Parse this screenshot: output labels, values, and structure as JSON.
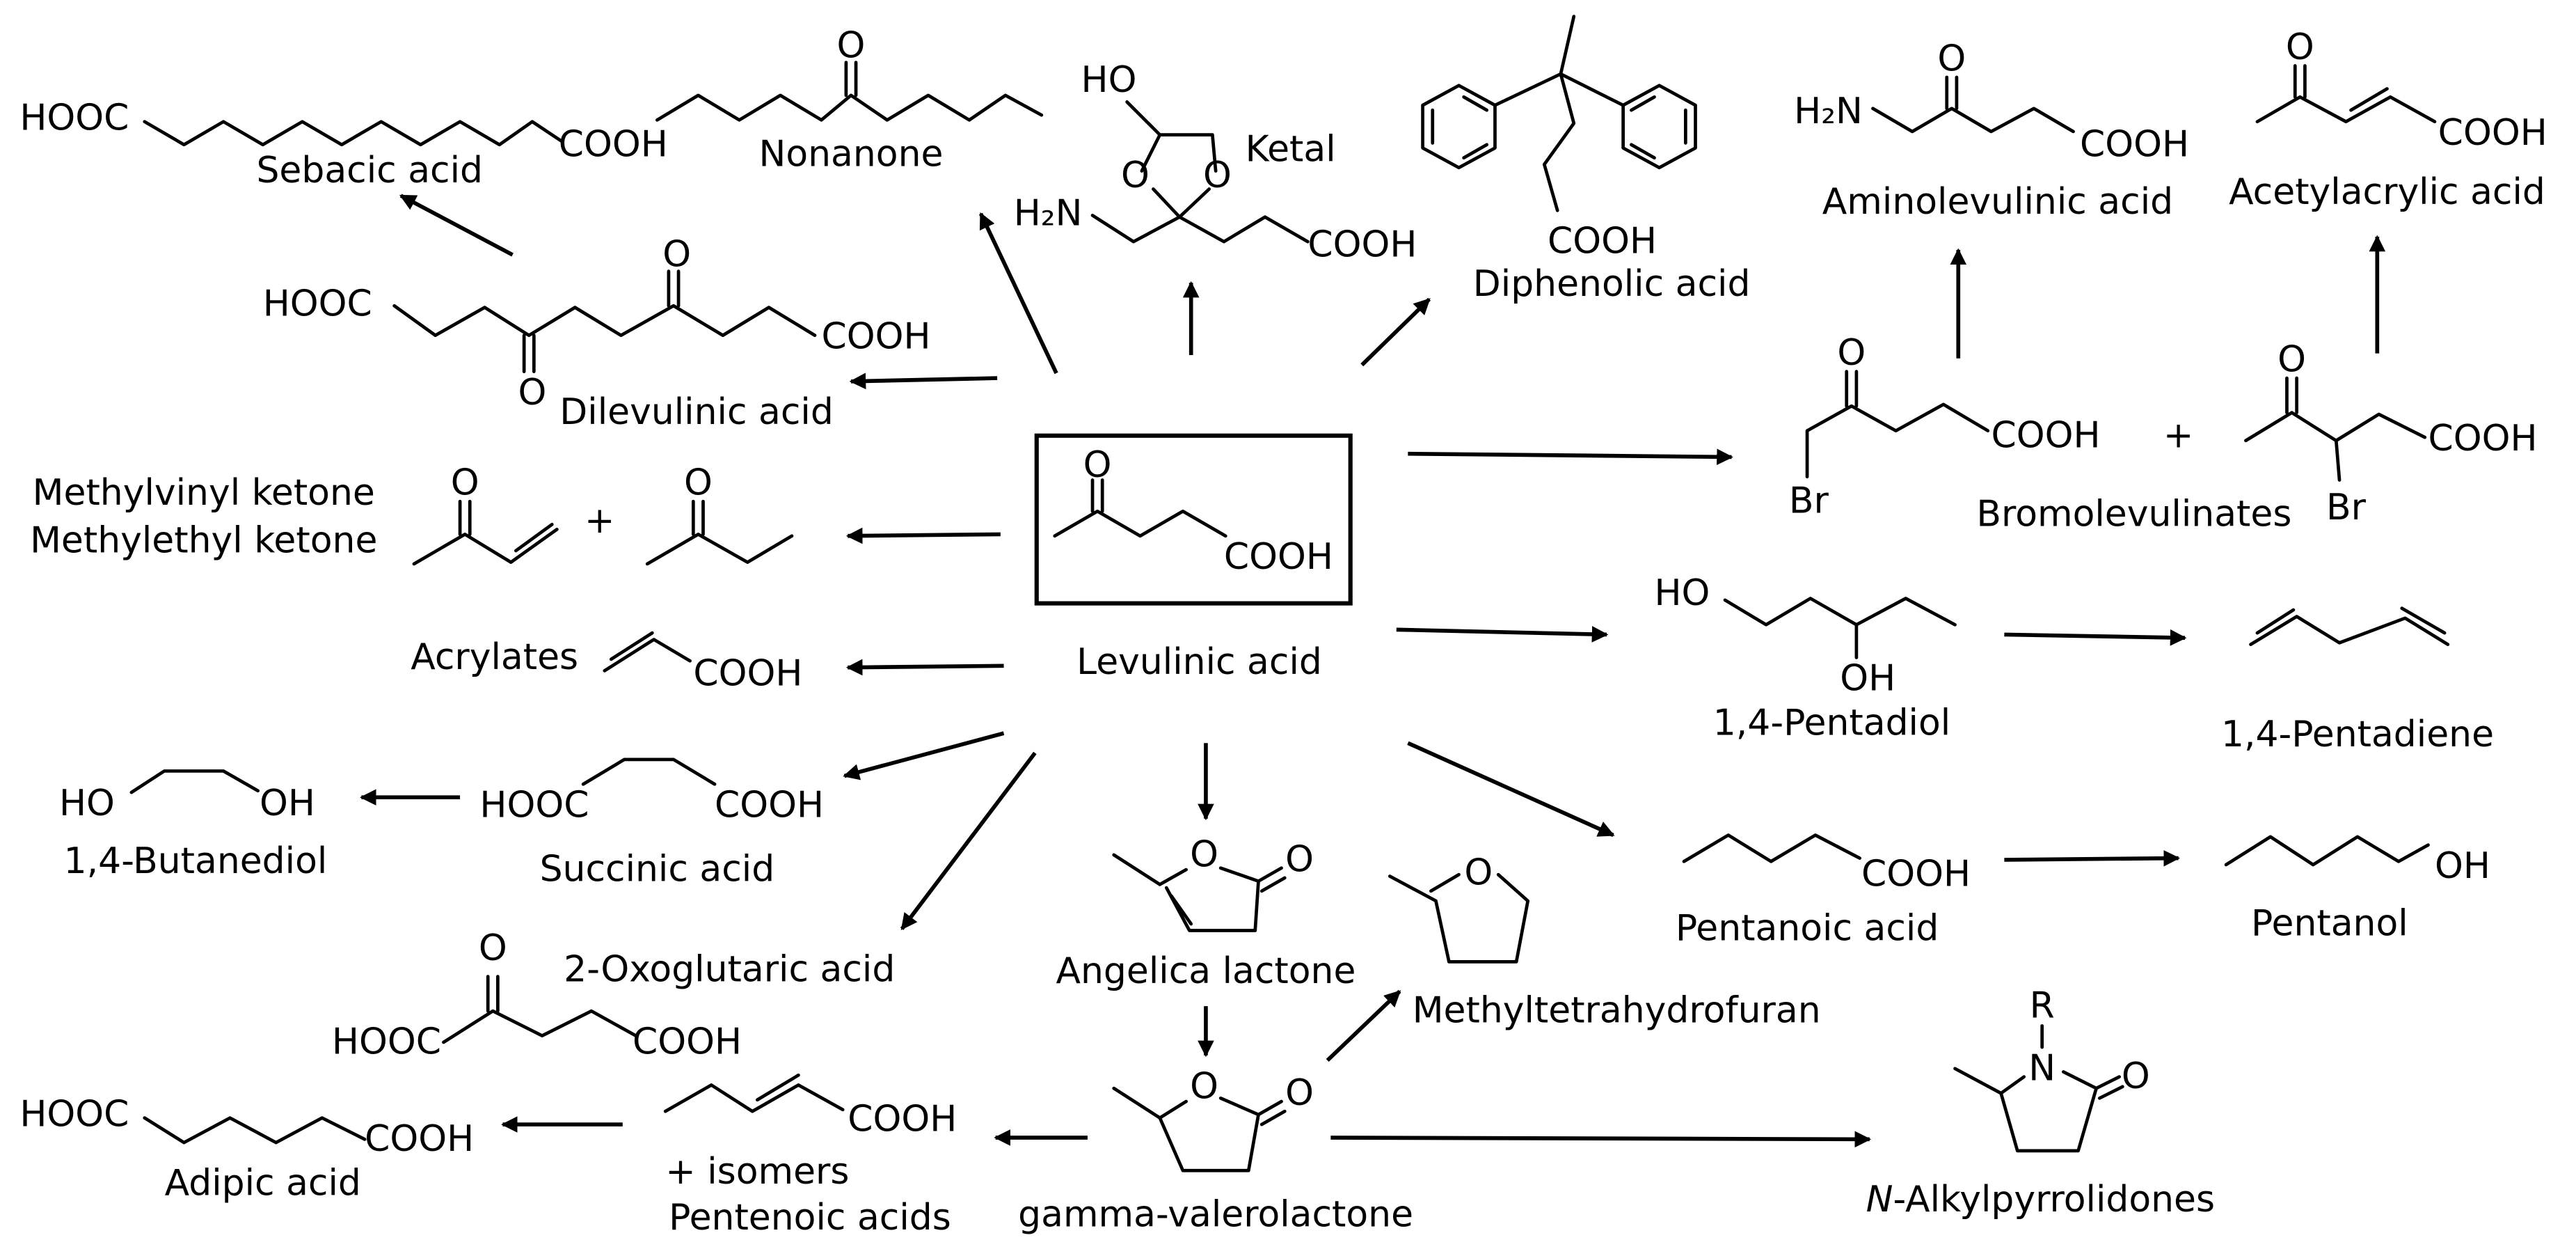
{
  "center": {
    "name": "Levulinic acid"
  },
  "atoms": {
    "o": "O",
    "cooh": "COOH",
    "hooc": "HOOC",
    "ho": "HO",
    "oh": "OH",
    "h2n": "H₂N",
    "br": "Br",
    "n": "N",
    "r": "R"
  },
  "names": {
    "sebacic": "Sebacic acid",
    "nonanone": "Nonanone",
    "ketal": "Ketal",
    "diphenolic": "Diphenolic acid",
    "aminolevulinic": "Aminolevulinic acid",
    "acetylacrylic": "Acetylacrylic acid",
    "dilevulinic": "Dilevulinic acid",
    "methylvinyl": "Methylvinyl ketone",
    "methylethyl": "Methylethyl ketone",
    "plus": "+",
    "bromolevulinates": "Bromolevulinates",
    "acrylates": "Acrylates",
    "pentadiol": "1,4-Pentadiol",
    "pentadiene": "1,4-Pentadiene",
    "butanediol": "1,4-Butanediol",
    "succinic": "Succinic acid",
    "pentanoic": "Pentanoic acid",
    "pentanol": "Pentanol",
    "oxoglutaric": "2-Oxoglutaric acid",
    "angelica": "Angelica lactone",
    "mthf": "Methyltetrahydrofuran",
    "adipic": "Adipic acid",
    "isomers": "+ isomers",
    "pentenoic": "Pentenoic acids",
    "gvl": "gamma-valerolactone",
    "alkylpyrrolidones_italic": "N",
    "alkylpyrrolidones_rest": "-Alkylpyrrolidones"
  }
}
